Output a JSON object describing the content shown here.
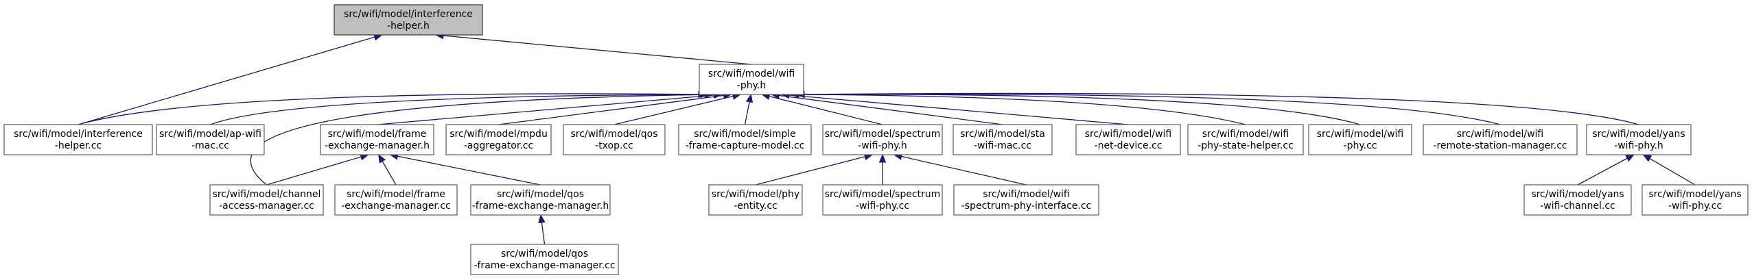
{
  "nodes": [
    {
      "id": "interference-helper-h",
      "lines": [
        "src/wifi/model/interference",
        "-helper.h"
      ],
      "root": true
    },
    {
      "id": "wifi-phy-h",
      "lines": [
        "src/wifi/model/wifi",
        "-phy.h"
      ]
    },
    {
      "id": "interference-helper-cc",
      "lines": [
        "src/wifi/model/interference",
        "-helper.cc"
      ]
    },
    {
      "id": "ap-wifi-mac-cc",
      "lines": [
        "src/wifi/model/ap-wifi",
        "-mac.cc"
      ]
    },
    {
      "id": "frame-exchange-manager-h",
      "lines": [
        "src/wifi/model/frame",
        "-exchange-manager.h"
      ]
    },
    {
      "id": "mpdu-aggregator-cc",
      "lines": [
        "src/wifi/model/mpdu",
        "-aggregator.cc"
      ]
    },
    {
      "id": "qos-txop-cc",
      "lines": [
        "src/wifi/model/qos",
        "-txop.cc"
      ]
    },
    {
      "id": "simple-frame-capture-model-cc",
      "lines": [
        "src/wifi/model/simple",
        "-frame-capture-model.cc"
      ]
    },
    {
      "id": "spectrum-wifi-phy-h",
      "lines": [
        "src/wifi/model/spectrum",
        "-wifi-phy.h"
      ]
    },
    {
      "id": "sta-wifi-mac-cc",
      "lines": [
        "src/wifi/model/sta",
        "-wifi-mac.cc"
      ]
    },
    {
      "id": "wifi-net-device-cc",
      "lines": [
        "src/wifi/model/wifi",
        "-net-device.cc"
      ]
    },
    {
      "id": "wifi-phy-state-helper-cc",
      "lines": [
        "src/wifi/model/wifi",
        "-phy-state-helper.cc"
      ]
    },
    {
      "id": "wifi-phy-cc",
      "lines": [
        "src/wifi/model/wifi",
        "-phy.cc"
      ]
    },
    {
      "id": "wifi-remote-station-manager-cc",
      "lines": [
        "src/wifi/model/wifi",
        "-remote-station-manager.cc"
      ]
    },
    {
      "id": "yans-wifi-phy-h",
      "lines": [
        "src/wifi/model/yans",
        "-wifi-phy.h"
      ]
    },
    {
      "id": "channel-access-manager-cc",
      "lines": [
        "src/wifi/model/channel",
        "-access-manager.cc"
      ]
    },
    {
      "id": "frame-exchange-manager-cc",
      "lines": [
        "src/wifi/model/frame",
        "-exchange-manager.cc"
      ]
    },
    {
      "id": "qos-frame-exchange-manager-h",
      "lines": [
        "src/wifi/model/qos",
        "-frame-exchange-manager.h"
      ]
    },
    {
      "id": "phy-entity-cc",
      "lines": [
        "src/wifi/model/phy",
        "-entity.cc"
      ]
    },
    {
      "id": "spectrum-wifi-phy-cc",
      "lines": [
        "src/wifi/model/spectrum",
        "-wifi-phy.cc"
      ]
    },
    {
      "id": "wifi-spectrum-phy-interface-cc",
      "lines": [
        "src/wifi/model/wifi",
        "-spectrum-phy-interface.cc"
      ]
    },
    {
      "id": "yans-wifi-channel-cc",
      "lines": [
        "src/wifi/model/yans",
        "-wifi-channel.cc"
      ]
    },
    {
      "id": "yans-wifi-phy-cc",
      "lines": [
        "src/wifi/model/yans",
        "-wifi-phy.cc"
      ]
    },
    {
      "id": "qos-frame-exchange-manager-cc",
      "lines": [
        "src/wifi/model/qos",
        "-frame-exchange-manager.cc"
      ]
    }
  ],
  "edges": [
    {
      "from": "interference-helper-cc",
      "to": "interference-helper-h"
    },
    {
      "from": "wifi-phy-h",
      "to": "interference-helper-h"
    },
    {
      "from": "interference-helper-cc",
      "to": "wifi-phy-h"
    },
    {
      "from": "ap-wifi-mac-cc",
      "to": "wifi-phy-h"
    },
    {
      "from": "frame-exchange-manager-h",
      "to": "wifi-phy-h"
    },
    {
      "from": "mpdu-aggregator-cc",
      "to": "wifi-phy-h"
    },
    {
      "from": "qos-txop-cc",
      "to": "wifi-phy-h"
    },
    {
      "from": "simple-frame-capture-model-cc",
      "to": "wifi-phy-h"
    },
    {
      "from": "spectrum-wifi-phy-h",
      "to": "wifi-phy-h"
    },
    {
      "from": "sta-wifi-mac-cc",
      "to": "wifi-phy-h"
    },
    {
      "from": "wifi-net-device-cc",
      "to": "wifi-phy-h"
    },
    {
      "from": "wifi-phy-state-helper-cc",
      "to": "wifi-phy-h"
    },
    {
      "from": "wifi-phy-cc",
      "to": "wifi-phy-h"
    },
    {
      "from": "wifi-remote-station-manager-cc",
      "to": "wifi-phy-h"
    },
    {
      "from": "yans-wifi-phy-h",
      "to": "wifi-phy-h"
    },
    {
      "from": "channel-access-manager-cc",
      "to": "wifi-phy-h"
    },
    {
      "from": "channel-access-manager-cc",
      "to": "frame-exchange-manager-h"
    },
    {
      "from": "frame-exchange-manager-cc",
      "to": "frame-exchange-manager-h"
    },
    {
      "from": "qos-frame-exchange-manager-h",
      "to": "frame-exchange-manager-h"
    },
    {
      "from": "qos-frame-exchange-manager-cc",
      "to": "qos-frame-exchange-manager-h"
    },
    {
      "from": "phy-entity-cc",
      "to": "spectrum-wifi-phy-h"
    },
    {
      "from": "spectrum-wifi-phy-cc",
      "to": "spectrum-wifi-phy-h"
    },
    {
      "from": "wifi-spectrum-phy-interface-cc",
      "to": "spectrum-wifi-phy-h"
    },
    {
      "from": "yans-wifi-channel-cc",
      "to": "yans-wifi-phy-h"
    },
    {
      "from": "yans-wifi-phy-cc",
      "to": "yans-wifi-phy-h"
    }
  ]
}
